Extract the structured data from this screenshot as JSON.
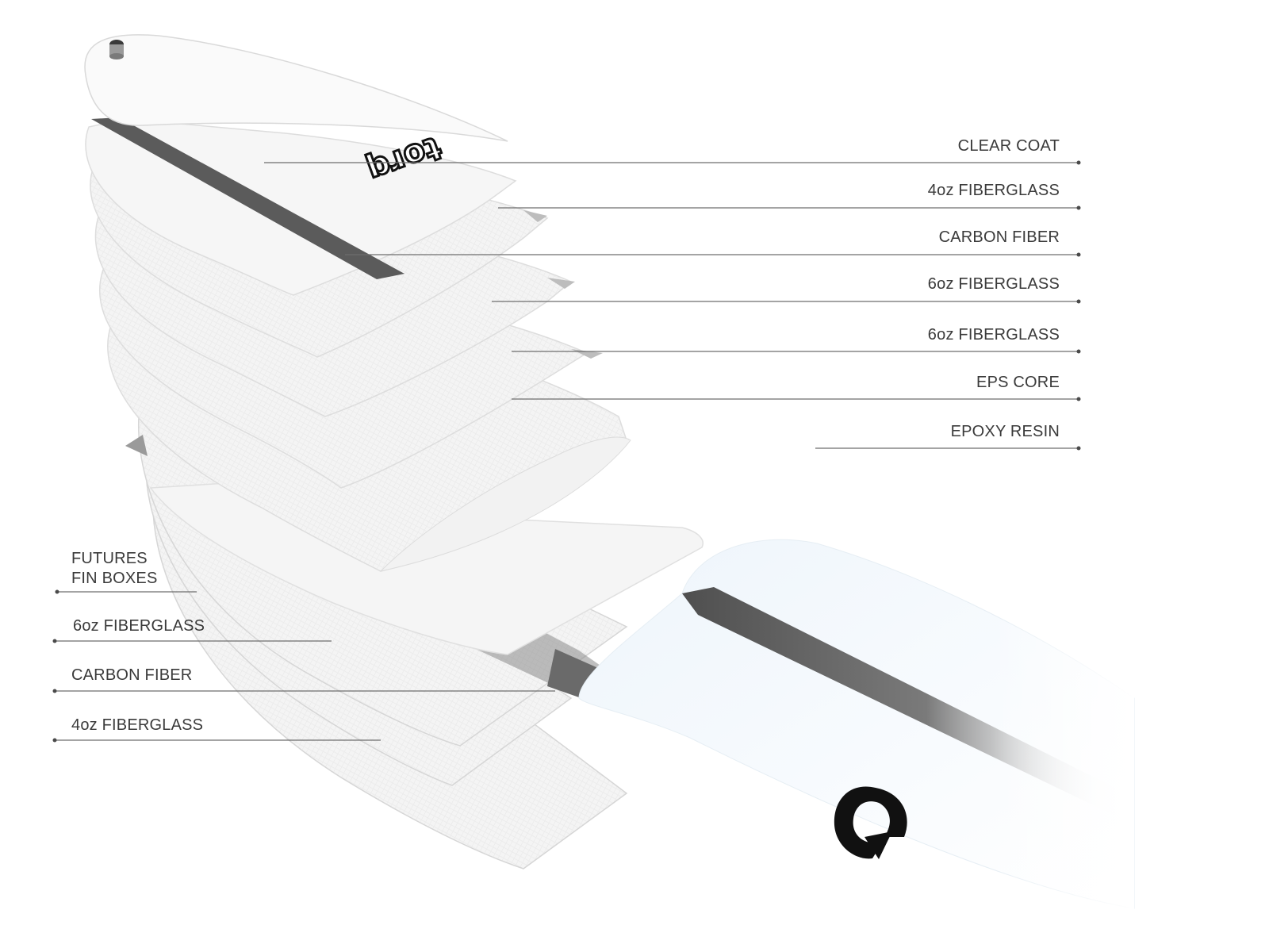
{
  "diagram": {
    "top_layers": [
      {
        "id": "clear-coat",
        "label": "CLEAR COAT"
      },
      {
        "id": "4oz-fiberglass-top",
        "label": "4oz FIBERGLASS"
      },
      {
        "id": "carbon-fiber-top",
        "label": "CARBON FIBER"
      },
      {
        "id": "6oz-fiberglass-top-1",
        "label": "6oz FIBERGLASS"
      },
      {
        "id": "6oz-fiberglass-top-2",
        "label": "6oz FIBERGLASS"
      },
      {
        "id": "eps-core",
        "label": "EPS CORE"
      },
      {
        "id": "epoxy-resin",
        "label": "EPOXY RESIN"
      }
    ],
    "bottom_layers": [
      {
        "id": "futures-fin-boxes",
        "lines": [
          "FUTURES",
          "FIN BOXES"
        ]
      },
      {
        "id": "6oz-fiberglass-bottom",
        "lines": [
          "6oz FIBERGLASS"
        ]
      },
      {
        "id": "carbon-fiber-bottom",
        "lines": [
          "CARBON FIBER"
        ]
      },
      {
        "id": "4oz-fiberglass-bottom",
        "lines": [
          "4oz FIBERGLASS"
        ]
      }
    ],
    "deck_logo": "torq",
    "colors": {
      "label_text": "#3a3a3a",
      "leader_line": "#6e6e6e",
      "carbon_strip": "#5b5b5b",
      "layer_fill": "#f6f6f6",
      "layer_edge": "#d8d8d8",
      "logo": "#111111"
    }
  }
}
